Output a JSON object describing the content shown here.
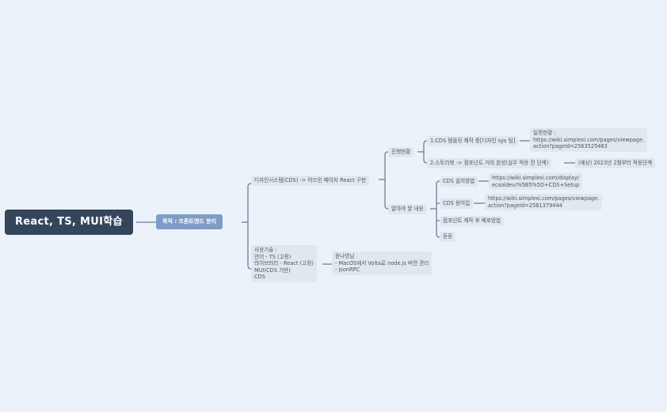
{
  "colors": {
    "background": "#ecf2f9",
    "root_fill": "#34455c",
    "level1_fill": "#7f9cc6",
    "node_fill": "#e1e7ee",
    "line": "#6e7f96",
    "text": "#4a5563"
  },
  "mindmap": {
    "root": "React, TS, MUI학습",
    "purpose": "목적 : 프론트엔드 분리",
    "branch_design": {
      "label": "디자인시스템(CDS) -> 어드민 페이지 React 구현",
      "progress": {
        "label": "진행현황",
        "item1": {
          "label": "1.CDS 템플릿 제작 중[디자인 sys 팀]",
          "detail": "일정현황 :\nhttps://wiki.simplexi.com/pages/viewpage.\naction?pageId=2563525463"
        },
        "item2": {
          "label": "2.스토리북 -> 컴포넌트 거의 완성(실무 적용 전 단계)",
          "detail": "(예상) 2023년 2월부터 적용단계"
        }
      },
      "knowledge": {
        "label": "알아야 할 내용",
        "install": {
          "label": "CDS 설치방법",
          "detail": "https://wiki.simplexi.com/display/\necsoldev/%5B5%5D+CDS+Setup"
        },
        "glossary": {
          "label": "CDS 용어집",
          "detail": "https://wiki.simplexi.com/pages/viewpage.\naction?pageId=2561379444"
        },
        "deploy": {
          "label": "컴포넌트 제작 후 배포방법"
        },
        "etc": {
          "label": "등등"
        }
      }
    },
    "branch_tech": {
      "label": "사용기술 :\n언어 - TS (고정)\n라이브러리 - React (고정)\nMUI(CDS 기반)\nCDS",
      "detail": "윤나영님\n- MacOS에서 Volta로 node.js 버전 관리\n- jsonRPC"
    }
  }
}
